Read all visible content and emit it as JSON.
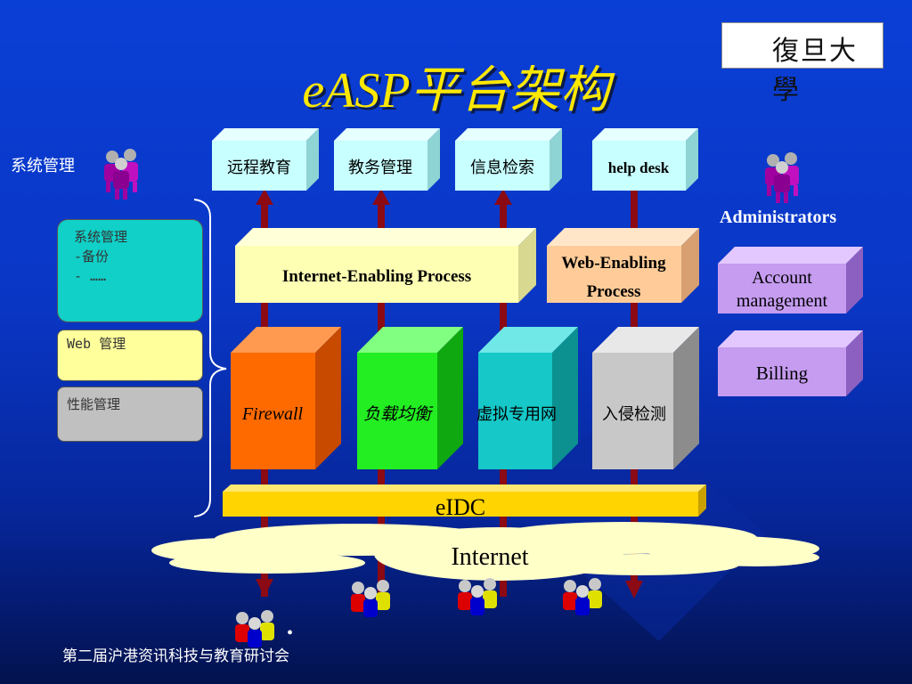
{
  "title": "eASP平台架构",
  "logo_text": "復旦大學",
  "left_panel": {
    "title": "系统管理",
    "box1_lines": [
      "系统管理",
      "-备份",
      "- ……"
    ],
    "box2": "Web 管理",
    "box3": "性能管理"
  },
  "top_services": [
    "远程教育",
    "教务管理",
    "信息检索",
    "help desk"
  ],
  "middle": {
    "internet_enabling": "Internet-Enabling Process",
    "web_enabling_line1": "Web-Enabling",
    "web_enabling_line2": "Process"
  },
  "servers": [
    "Firewall",
    "负载均衡",
    "虚拟专用网",
    "入侵检测"
  ],
  "eidc": "eIDC",
  "internet": "Internet",
  "right_panel": {
    "admins": "Administrators",
    "account_line1": "Account",
    "account_line2": "management",
    "billing": "Billing"
  },
  "footer": "第二届沪港资讯科技与教育研讨会",
  "bullet": "•",
  "colors": {
    "title": "#ffe800",
    "arrow": "#8b0a14",
    "firewall": "#ff6a00",
    "balance": "#22ee22",
    "vpn": "#16c8c8",
    "ids": "#c8c8c8",
    "bar": "#ffd400",
    "cloud": "#ffffc8",
    "admin_box": "#c59cf0"
  },
  "icons": [
    "user-group-icon",
    "fudan-seal-icon"
  ]
}
